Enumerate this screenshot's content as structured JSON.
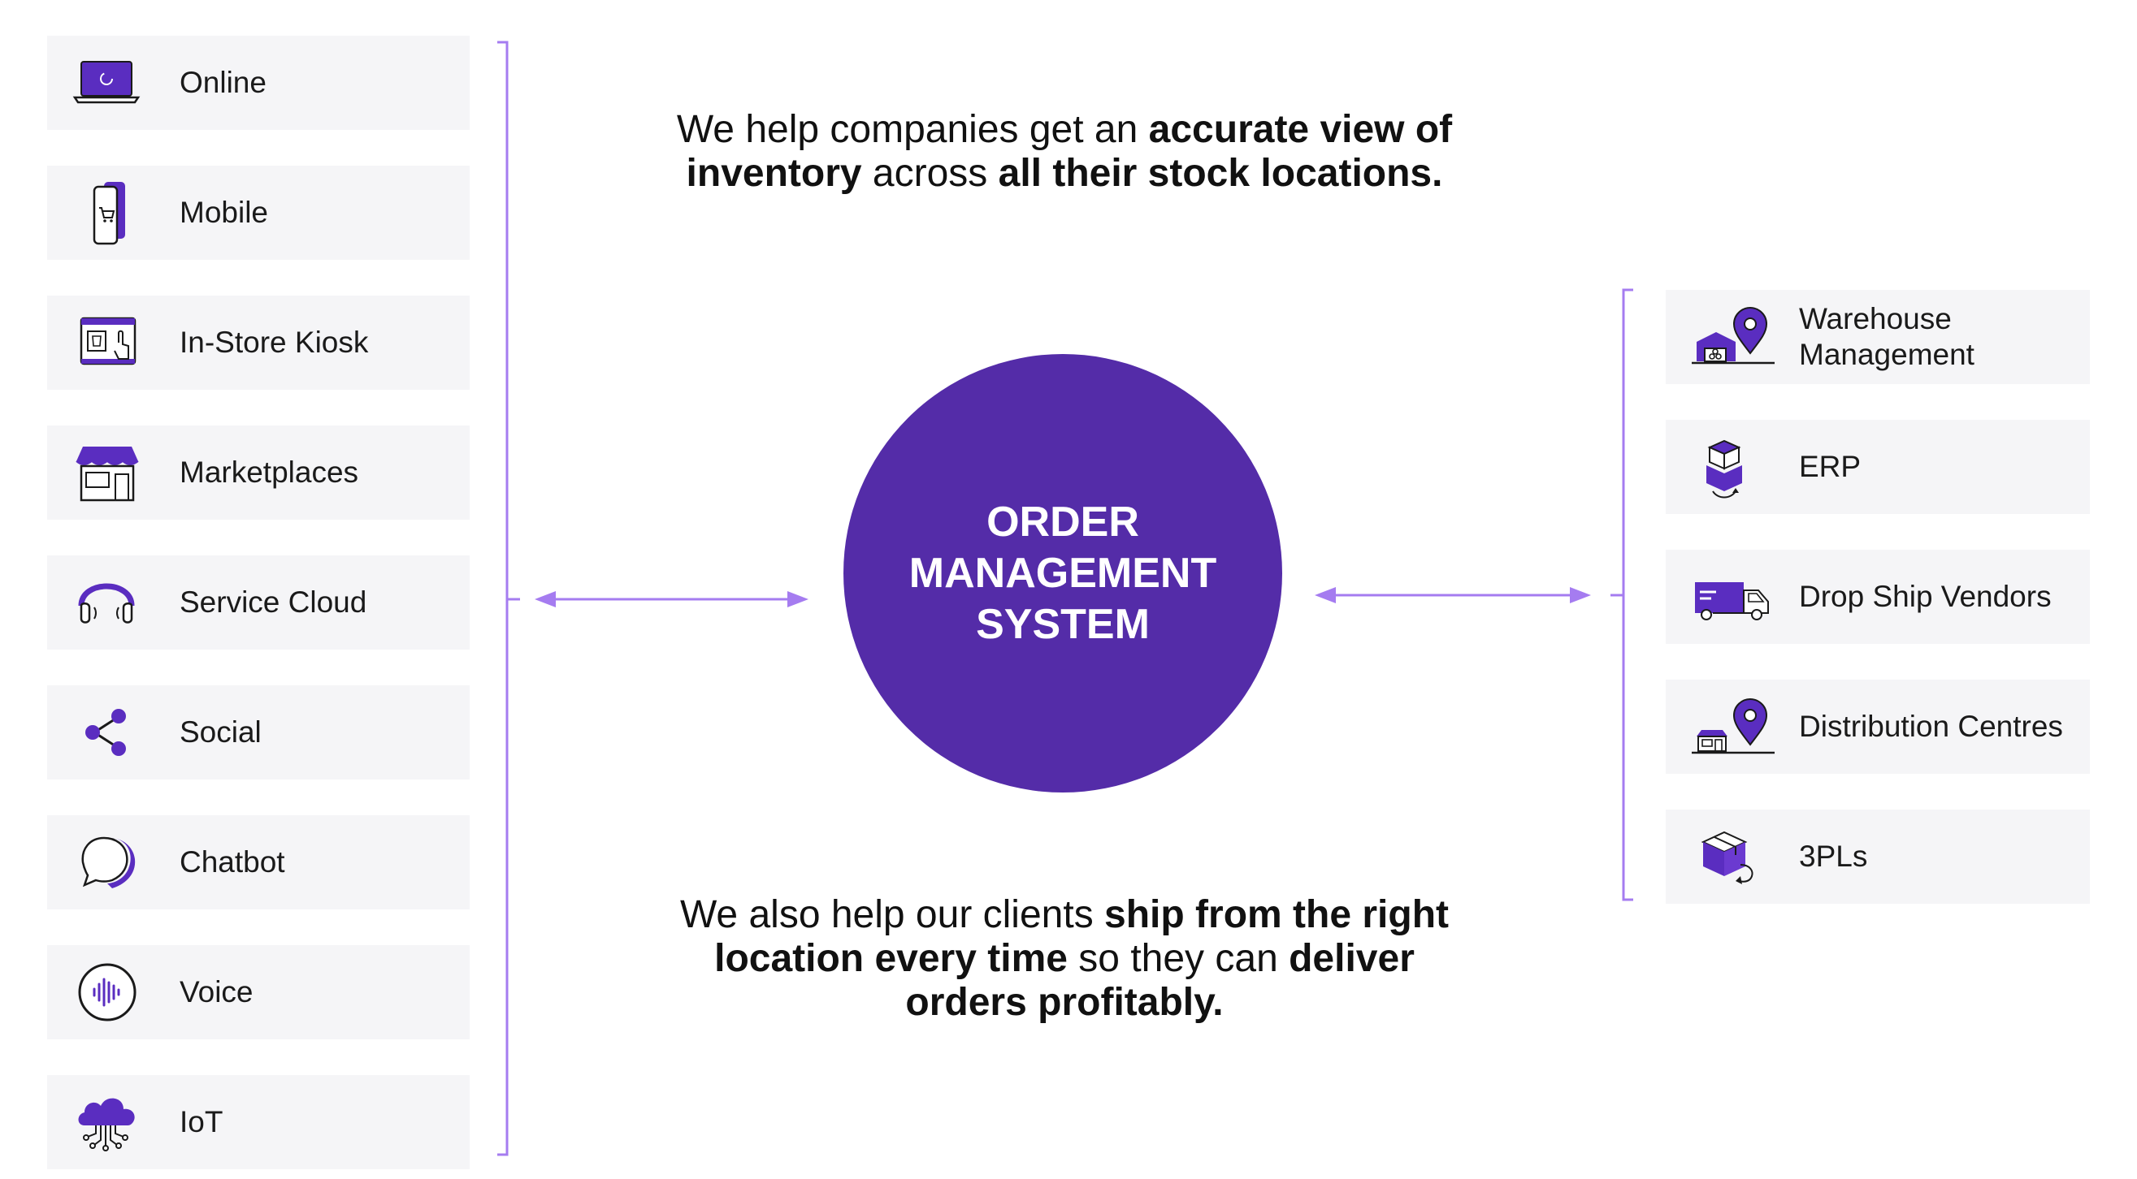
{
  "colors": {
    "accent": "#542ca8",
    "accent_light": "#a57cf0",
    "card_bg": "#f5f5f7",
    "text": "#111111"
  },
  "headline_top": {
    "p1": "We help companies get an ",
    "b1": "accurate view of inventory",
    "p2": " across ",
    "b2": "all their stock locations."
  },
  "headline_bottom": {
    "p1": "We also help our clients ",
    "b1": "ship from the right location every time",
    "p2": " so they can ",
    "b2": "deliver orders profitably."
  },
  "center": {
    "title": "ORDER\nMANAGEMENT\nSYSTEM"
  },
  "channels": [
    {
      "label": "Online",
      "icon": "laptop-icon"
    },
    {
      "label": "Mobile",
      "icon": "mobile-cart-icon"
    },
    {
      "label": "In-Store Kiosk",
      "icon": "kiosk-icon"
    },
    {
      "label": "Marketplaces",
      "icon": "storefront-icon"
    },
    {
      "label": "Service Cloud",
      "icon": "headset-icon"
    },
    {
      "label": "Social",
      "icon": "share-icon"
    },
    {
      "label": "Chatbot",
      "icon": "chat-bubble-icon"
    },
    {
      "label": "Voice",
      "icon": "voice-wave-icon"
    },
    {
      "label": "IoT",
      "icon": "cloud-network-icon"
    }
  ],
  "locations": [
    {
      "label": "Warehouse Management",
      "icon": "warehouse-pin-icon"
    },
    {
      "label": "ERP",
      "icon": "package-cycle-icon"
    },
    {
      "label": "Drop Ship Vendors",
      "icon": "delivery-truck-icon"
    },
    {
      "label": "Distribution Centres",
      "icon": "store-pin-icon"
    },
    {
      "label": "3PLs",
      "icon": "box-return-icon"
    }
  ]
}
